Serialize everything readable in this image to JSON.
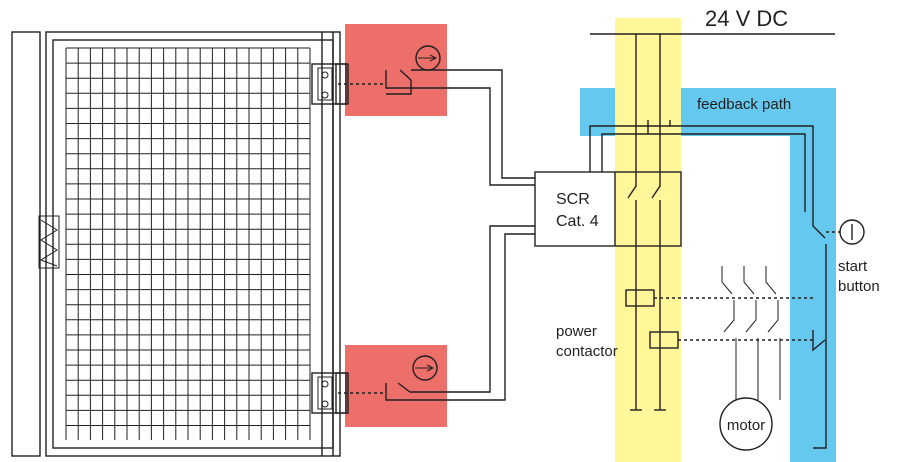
{
  "labels": {
    "supply": "24 V DC",
    "feedback": "feedback path",
    "scr_line1": "SCR",
    "scr_line2": "Cat. 4",
    "start_line1": "start",
    "start_line2": "button",
    "power_line1": "power",
    "power_line2": "contactor",
    "motor": "motor"
  },
  "colors": {
    "sensor_zone": "#ed6f6a",
    "supply_zone": "#fff799",
    "feedback_zone": "#64c8ef",
    "scr_box": "#fff23a",
    "line": "#231f20"
  }
}
